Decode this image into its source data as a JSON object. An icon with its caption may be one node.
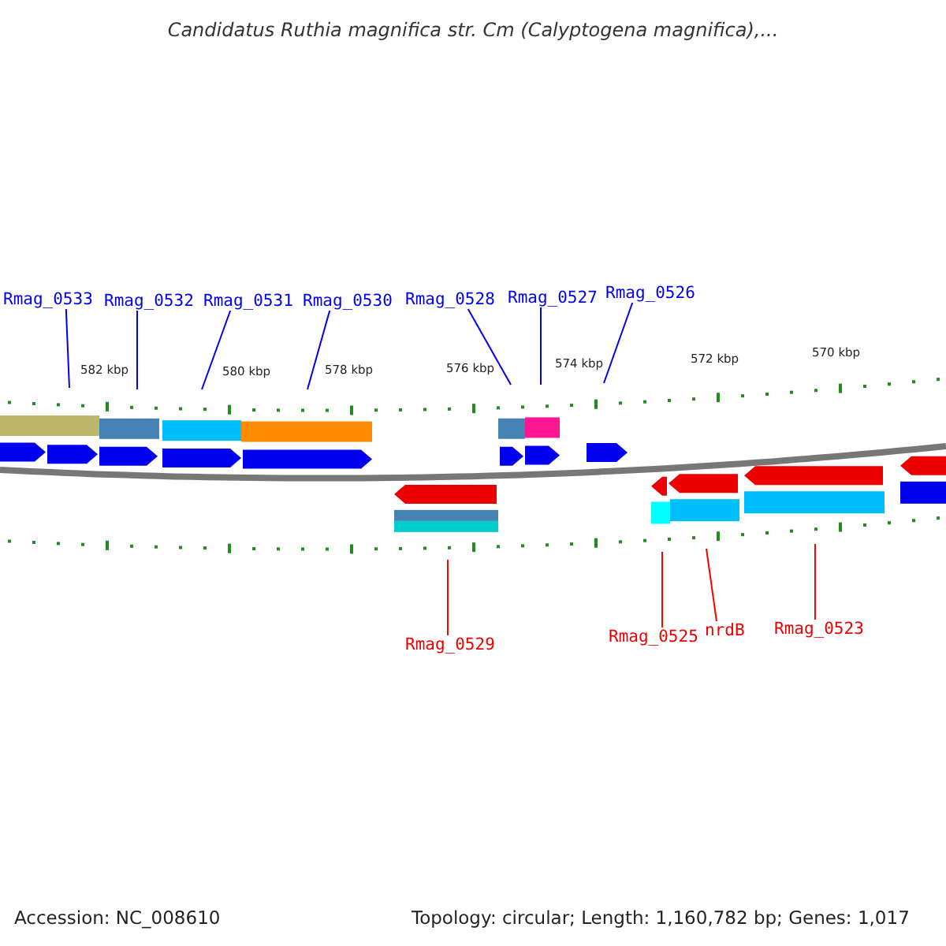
{
  "diagram": {
    "title": "Candidatus Ruthia magnifica str. Cm (Calyptogena magnifica),...",
    "nodes": [
      {
        "text": [
          "Rmag_0533"
        ]
      },
      {
        "text": [
          "Rmag_0532"
        ]
      },
      {
        "text": [
          "Rmag_0531"
        ]
      },
      {
        "text": [
          "Rmag_0530"
        ]
      },
      {
        "text": [
          "Rmag_0528"
        ]
      },
      {
        "text": [
          "Rmag_0527"
        ]
      },
      {
        "text": [
          "Rmag_0526"
        ]
      },
      {
        "text": [
          "Rmag_0529"
        ]
      },
      {
        "text": [
          "Rmag_0525"
        ]
      },
      {
        "text": [
          "nrdB"
        ]
      },
      {
        "text": [
          "Rmag_0523"
        ]
      }
    ],
    "edges": [
      {
        "from": 0,
        "to": null,
        "arrow": "none"
      },
      {
        "from": 1,
        "to": null,
        "arrow": "none"
      },
      {
        "from": 2,
        "to": null,
        "arrow": "none"
      },
      {
        "from": 3,
        "to": null,
        "arrow": "none"
      },
      {
        "from": 4,
        "to": null,
        "arrow": "none"
      },
      {
        "from": 5,
        "to": null,
        "arrow": "none"
      },
      {
        "from": 6,
        "to": null,
        "arrow": "none"
      },
      {
        "from": 7,
        "to": null,
        "arrow": "none",
        "color": "#ff0000"
      },
      {
        "from": 8,
        "to": null,
        "arrow": "none",
        "color": "#ff0000"
      },
      {
        "from": 9,
        "to": null,
        "arrow": "none",
        "color": "#ff0000"
      },
      {
        "from": 10,
        "to": null,
        "arrow": "none",
        "color": "#ff0000"
      }
    ],
    "labels": [
      "582 kbp",
      "580 kbp",
      "578 kbp",
      "576 kbp",
      "574 kbp",
      "572 kbp",
      "570 kbp",
      "Accession: NC_008610",
      "Topology: circular; Length: 1,160,782 bp; Genes: 1,017"
    ]
  }
}
